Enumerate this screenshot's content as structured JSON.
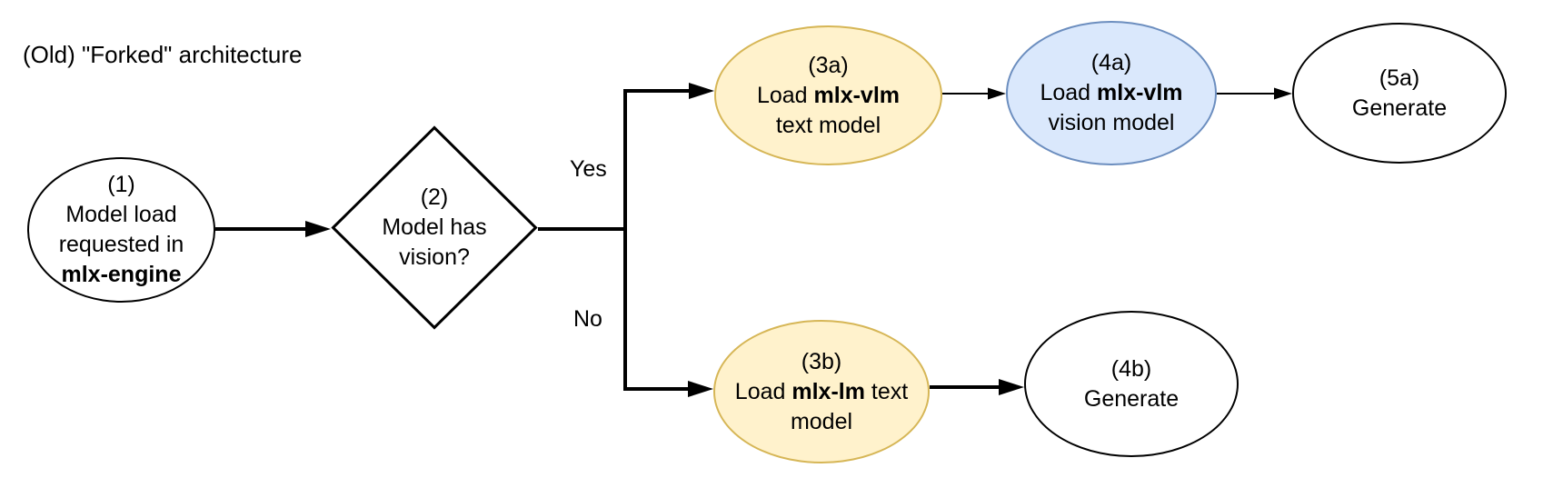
{
  "title": "(Old) \"Forked\" architecture",
  "labels": {
    "yes": "Yes",
    "no": "No"
  },
  "colors": {
    "background": "#FFFFFF",
    "line": "#000000",
    "yellow_fill": "#FFF2CC",
    "yellow_stroke": "#D6B656",
    "blue_fill": "#DAE8FC",
    "blue_stroke": "#6C8EBF",
    "white_fill": "#FFFFFF",
    "white_stroke": "#000000"
  },
  "nodes": {
    "n1": {
      "shape": "ellipse",
      "color": "white",
      "lines": [
        {
          "pre": "(1)"
        },
        {
          "pre": "Model load"
        },
        {
          "pre": "requested in"
        },
        {
          "bold": "mlx-engine"
        }
      ]
    },
    "n2": {
      "shape": "diamond",
      "color": "white",
      "lines": [
        {
          "pre": "(2)"
        },
        {
          "pre": "Model has"
        },
        {
          "pre": "vision?"
        }
      ]
    },
    "n3a": {
      "shape": "ellipse",
      "color": "yellow",
      "lines": [
        {
          "pre": "(3a)"
        },
        {
          "pre": "Load ",
          "bold": "mlx-vlm"
        },
        {
          "pre": "text model"
        }
      ]
    },
    "n4a": {
      "shape": "ellipse",
      "color": "blue",
      "lines": [
        {
          "pre": "(4a)"
        },
        {
          "pre": "Load ",
          "bold": "mlx-vlm"
        },
        {
          "pre": "vision model"
        }
      ]
    },
    "n5a": {
      "shape": "ellipse",
      "color": "white",
      "lines": [
        {
          "pre": "(5a)"
        },
        {
          "pre": "Generate"
        }
      ]
    },
    "n3b": {
      "shape": "ellipse",
      "color": "yellow",
      "lines": [
        {
          "pre": "(3b)"
        },
        {
          "pre": "Load ",
          "bold": "mlx-lm",
          "post": " text"
        },
        {
          "pre": "model"
        }
      ]
    },
    "n4b": {
      "shape": "ellipse",
      "color": "white",
      "lines": [
        {
          "pre": "(4b)"
        },
        {
          "pre": "Generate"
        }
      ]
    }
  },
  "edges": [
    {
      "from": "1",
      "to": "2",
      "label": ""
    },
    {
      "from": "2",
      "to": "3a",
      "label": "Yes"
    },
    {
      "from": "2",
      "to": "3b",
      "label": "No"
    },
    {
      "from": "3a",
      "to": "4a",
      "label": ""
    },
    {
      "from": "4a",
      "to": "5a",
      "label": ""
    },
    {
      "from": "3b",
      "to": "4b",
      "label": ""
    }
  ]
}
